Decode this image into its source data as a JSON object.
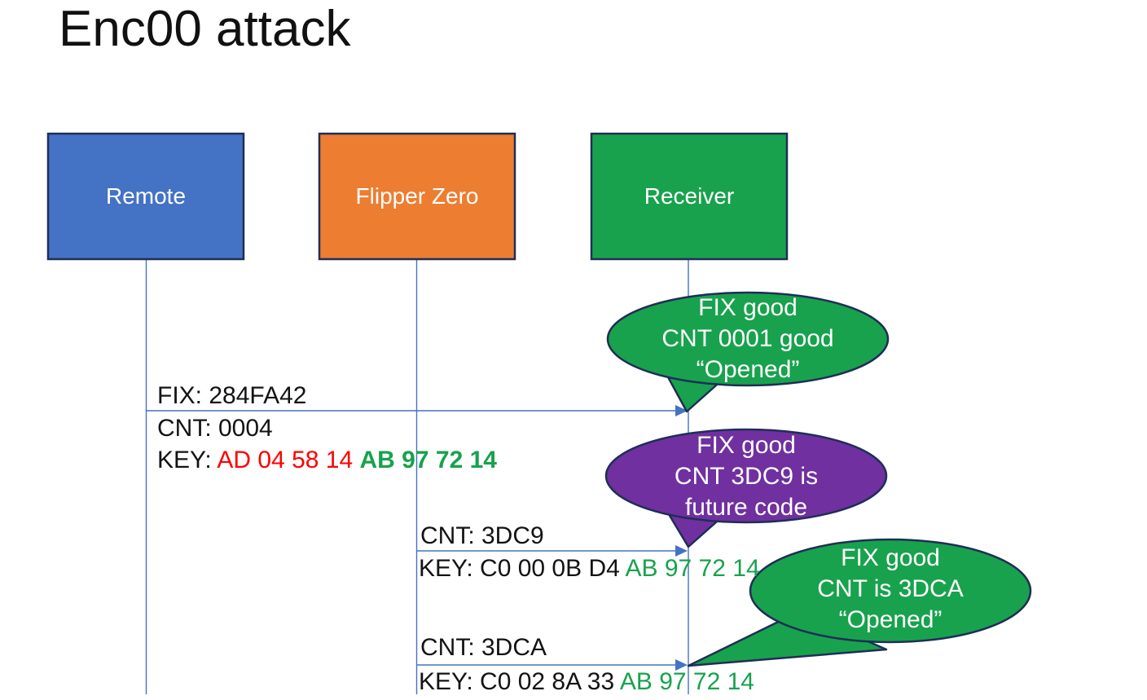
{
  "title": "Enc00 attack",
  "actors": [
    {
      "label": "Remote",
      "fill": "#4472C4"
    },
    {
      "label": "Flipper Zero",
      "fill": "#ED7D31"
    },
    {
      "label": "Receiver",
      "fill": "#18A24D"
    }
  ],
  "messages": [
    {
      "above": "FIX: 284FA42",
      "line2": "CNT: 0004",
      "key_prefix": "KEY: ",
      "key_red": "AD 04 58 14 ",
      "key_green": "AB 97 72 14"
    },
    {
      "above": "CNT: 3DC9",
      "key_prefix": "KEY: ",
      "key_black": "C0 00 0B D4 ",
      "key_green": "AB 97 72 14"
    },
    {
      "above": "CNT: 3DCA",
      "key_prefix": "KEY: ",
      "key_black": "C0 02 8A 33 ",
      "key_green": "AB 97 72 14"
    }
  ],
  "callouts": [
    {
      "fill": "#18A24D",
      "lines": [
        "FIX good",
        "CNT 0001 good",
        "“Opened”"
      ]
    },
    {
      "fill": "#7030A0",
      "lines": [
        "FIX good",
        "CNT 3DC9 is",
        "future code"
      ]
    },
    {
      "fill": "#18A24D",
      "lines": [
        "FIX good",
        "CNT is 3DCA",
        "“Opened”"
      ]
    }
  ],
  "colors": {
    "lifeline_and_arrow": "#4472C4",
    "shape_outline": "#1F2E56",
    "key_red": "#FF0000",
    "key_green": "#18A24D",
    "actor_text": "#FFFFFF",
    "title_text": "#111111"
  }
}
